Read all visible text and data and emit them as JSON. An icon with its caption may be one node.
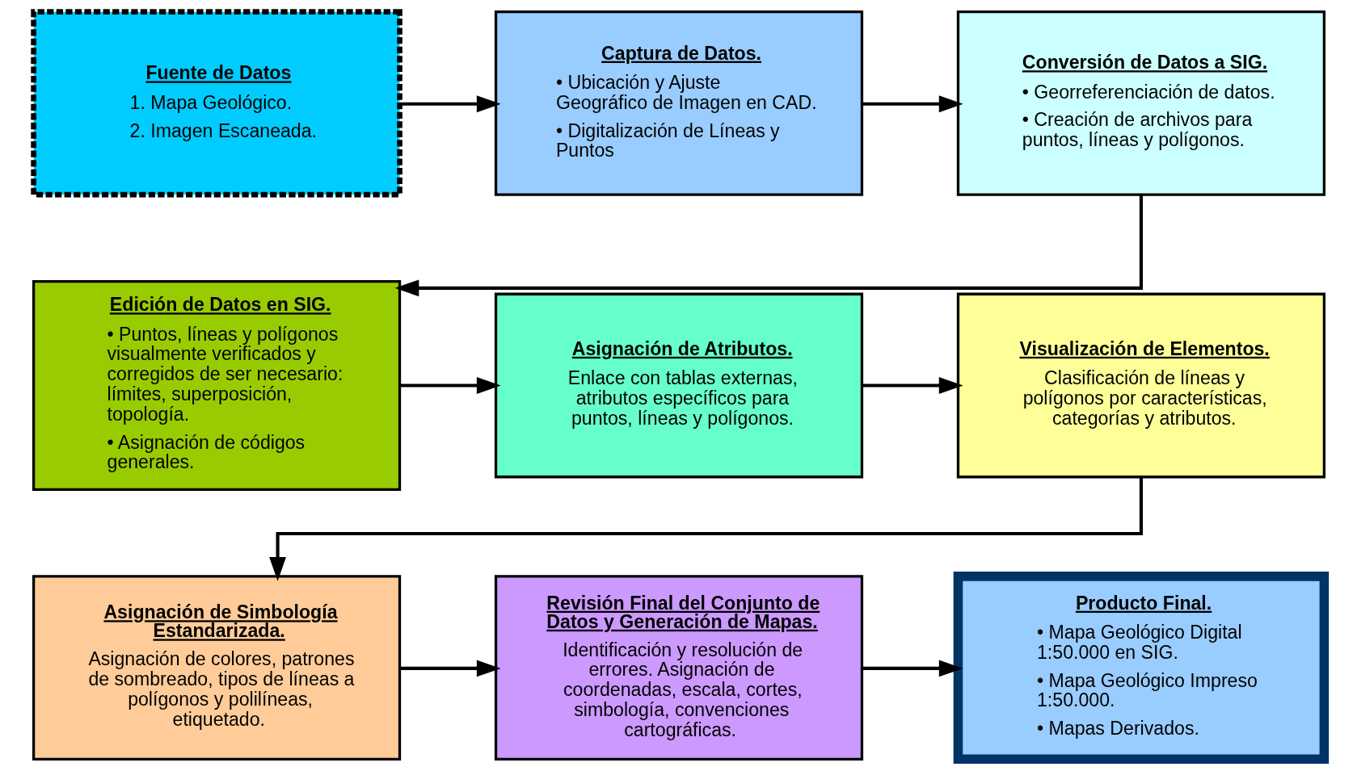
{
  "diagram": {
    "nodes": [
      {
        "text": [
          "Fuente de Datos",
          "1. Mapa Geológico.",
          "2. Imagen Escaneada."
        ]
      },
      {
        "text": [
          "Captura de Datos.",
          "• Ubicación y Ajuste Geográfico de Imagen en CAD.",
          "• Digitalización de Líneas y Puntos"
        ]
      },
      {
        "text": [
          "Conversión de Datos a SIG.",
          "• Georreferenciación de datos.",
          "• Creación de archivos para puntos, líneas y polígonos."
        ]
      },
      {
        "text": [
          "Edición de Datos en SIG.",
          "• Puntos, líneas y polígonos visualmente verificados y corregidos de ser necesario: límites, superposición, topología.",
          "• Asignación de códigos generales."
        ]
      },
      {
        "text": [
          "Asignación de Atributos.",
          "Enlace con tablas externas, atributos específicos para puntos, líneas y polígonos."
        ]
      },
      {
        "text": [
          "Visualización de Elementos.",
          "Clasificación de líneas y polígonos por características, categorías y atributos."
        ]
      },
      {
        "text": [
          "Asignación de Simbología Estandarizada.",
          "Asignación de colores, patrones de sombreado, tipos de líneas a polígonos y polilíneas, etiquetado."
        ]
      },
      {
        "text": [
          "Revisión Final del Conjunto de Datos y Generación de Mapas.",
          "Identificación y resolución de errores. Asignación de coordenadas, escala, cortes, simbología, convenciones cartográficas."
        ]
      },
      {
        "text": [
          "Producto Final.",
          "• Mapa Geológico Digital 1:50.000 en SIG.",
          "• Mapa Geológico Impreso 1:50.000.",
          "• Mapas Derivados."
        ]
      }
    ],
    "edges": [
      {
        "from": 0,
        "to": 1,
        "arrow": "to"
      },
      {
        "from": 1,
        "to": 2,
        "arrow": "to"
      },
      {
        "from": 2,
        "to": 3,
        "arrow": "to"
      },
      {
        "from": 3,
        "to": 4,
        "arrow": "to"
      },
      {
        "from": 4,
        "to": 5,
        "arrow": "to"
      },
      {
        "from": 5,
        "to": 6,
        "arrow": "to"
      },
      {
        "from": 6,
        "to": 7,
        "arrow": "to"
      },
      {
        "from": 7,
        "to": 8,
        "arrow": "to"
      }
    ]
  }
}
